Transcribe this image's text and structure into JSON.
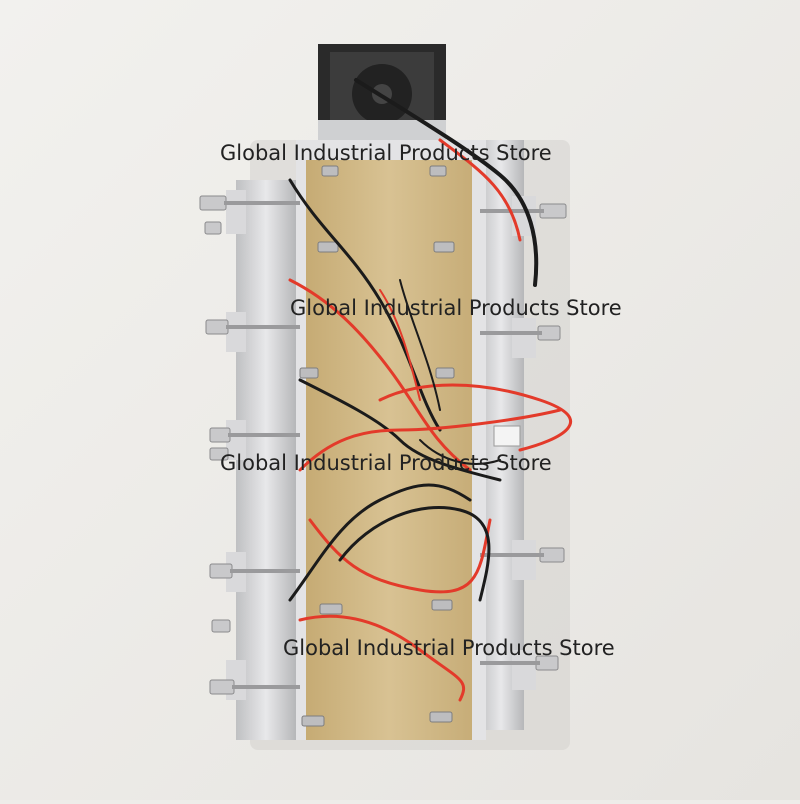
{
  "watermarks": [
    {
      "text": "Global Industrial Products Store"
    },
    {
      "text": "Global Industrial Products Store"
    },
    {
      "text": "Global Industrial Products Store"
    },
    {
      "text": "Global Industrial Products Store"
    }
  ],
  "colors": {
    "background": "#eeece9",
    "aluminum": "#d4d4d4",
    "board": "#cfb887",
    "wire_red": "#e33a2a",
    "wire_black": "#1b1b1b",
    "fan": "#2a2a2a"
  }
}
